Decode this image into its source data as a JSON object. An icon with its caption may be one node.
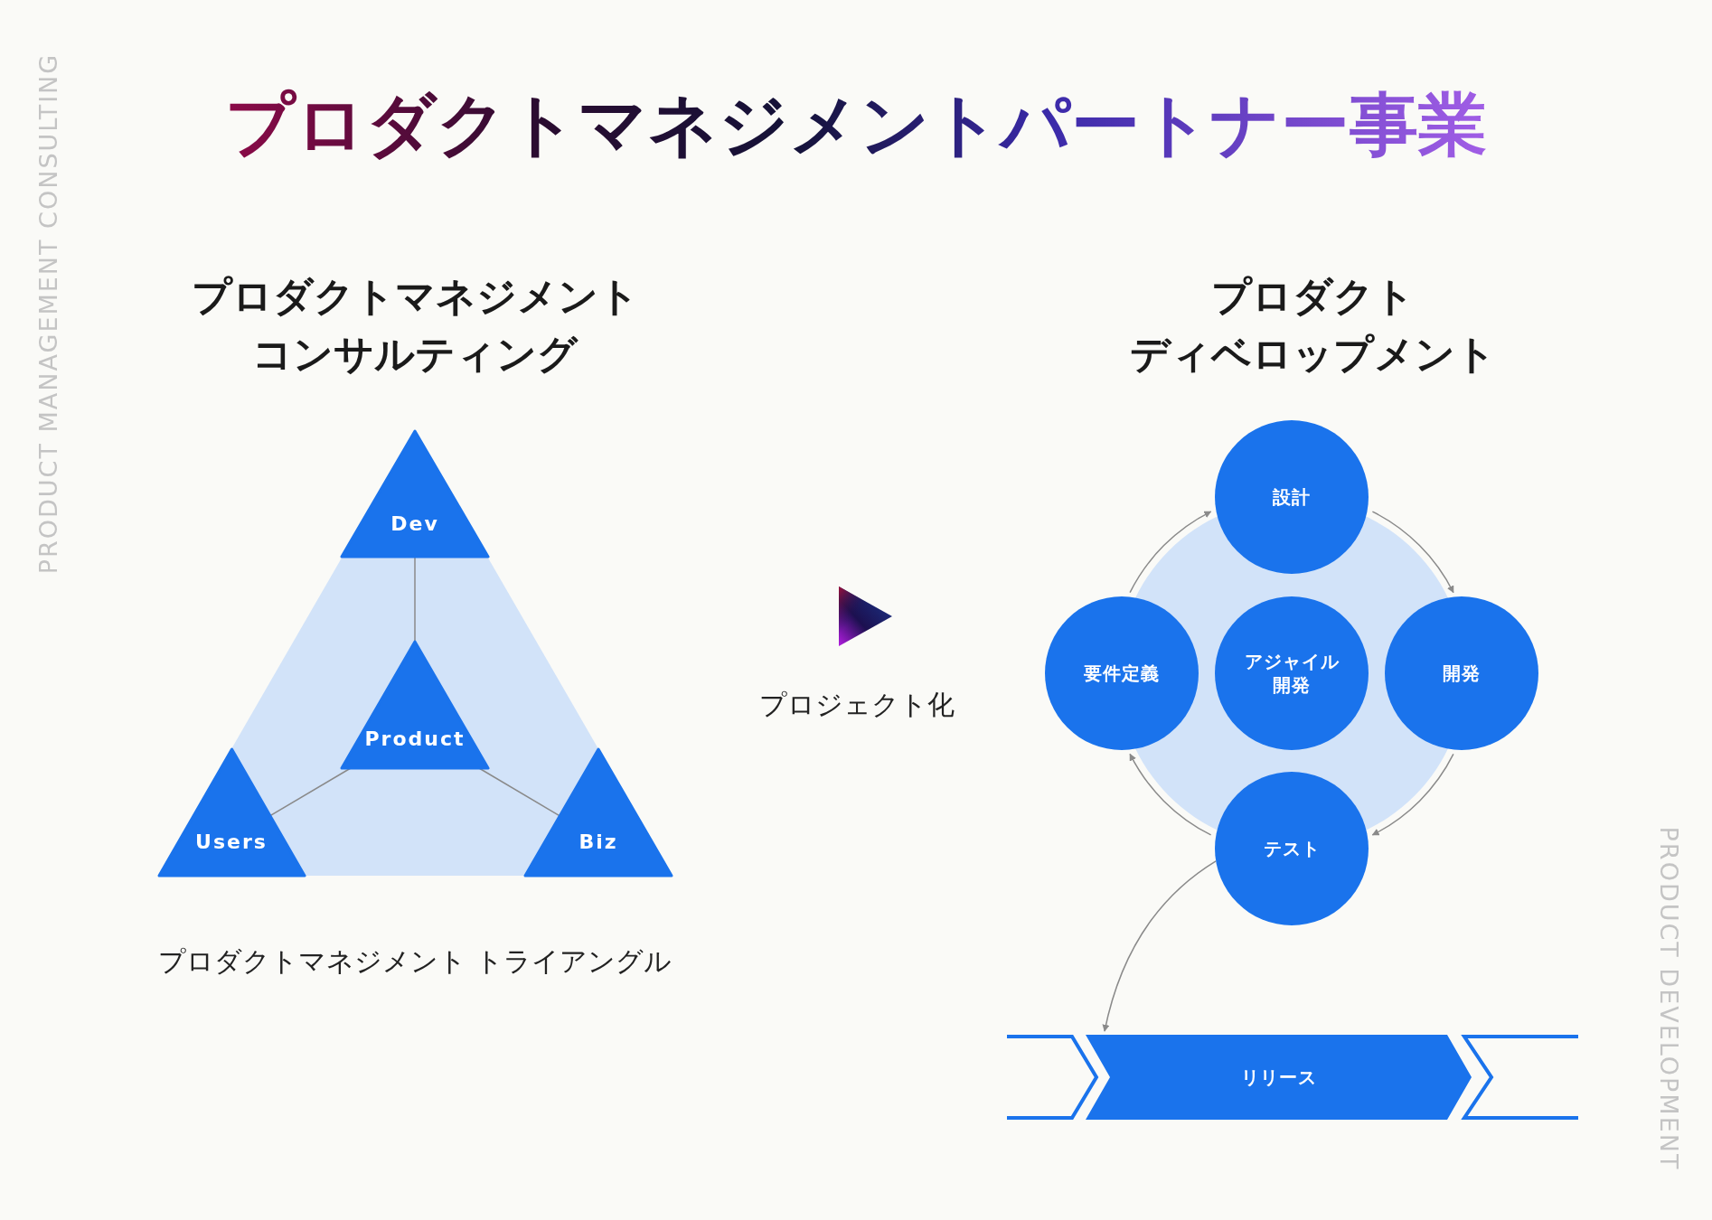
{
  "diagram": {
    "title": "プロダクトマネジメントパートナー事業",
    "nodes": [
      {
        "text": [
          "Dev"
        ]
      },
      {
        "text": [
          "Product"
        ]
      },
      {
        "text": [
          "Users"
        ]
      },
      {
        "text": [
          "Biz"
        ]
      },
      {
        "text": [
          "設計"
        ]
      },
      {
        "text": [
          "要件定義"
        ]
      },
      {
        "text": [
          "アジャイル開発"
        ]
      },
      {
        "text": [
          "開発"
        ]
      },
      {
        "text": [
          "テスト"
        ]
      },
      {
        "text": [],
        "shape": "chevron"
      },
      {
        "text": [
          "リリース"
        ]
      },
      {
        "text": [],
        "shape": "chevron"
      }
    ],
    "edges": [
      {
        "from": 0,
        "to": 1,
        "arrow": "none"
      },
      {
        "from": 1,
        "to": 2,
        "arrow": "none"
      },
      {
        "from": 1,
        "to": 3,
        "arrow": "none"
      },
      {
        "from": 5,
        "to": 4,
        "arrow": "to"
      },
      {
        "from": 4,
        "to": 7,
        "arrow": "to"
      },
      {
        "from": 7,
        "to": 8,
        "arrow": "to"
      },
      {
        "from": 8,
        "to": 5,
        "arrow": "to"
      },
      {
        "from": 8,
        "to": 10,
        "arrow": "to"
      }
    ],
    "labels": [
      "PRODUCT MANAGEMENT CONSULTING",
      "プロダクトマネジメントコンサルティング",
      "プロダクトディベロップメント",
      "プロジェクト化",
      "プロダクトマネジメント トライアングル",
      "PRODUCT DEVELOPMENT"
    ]
  }
}
